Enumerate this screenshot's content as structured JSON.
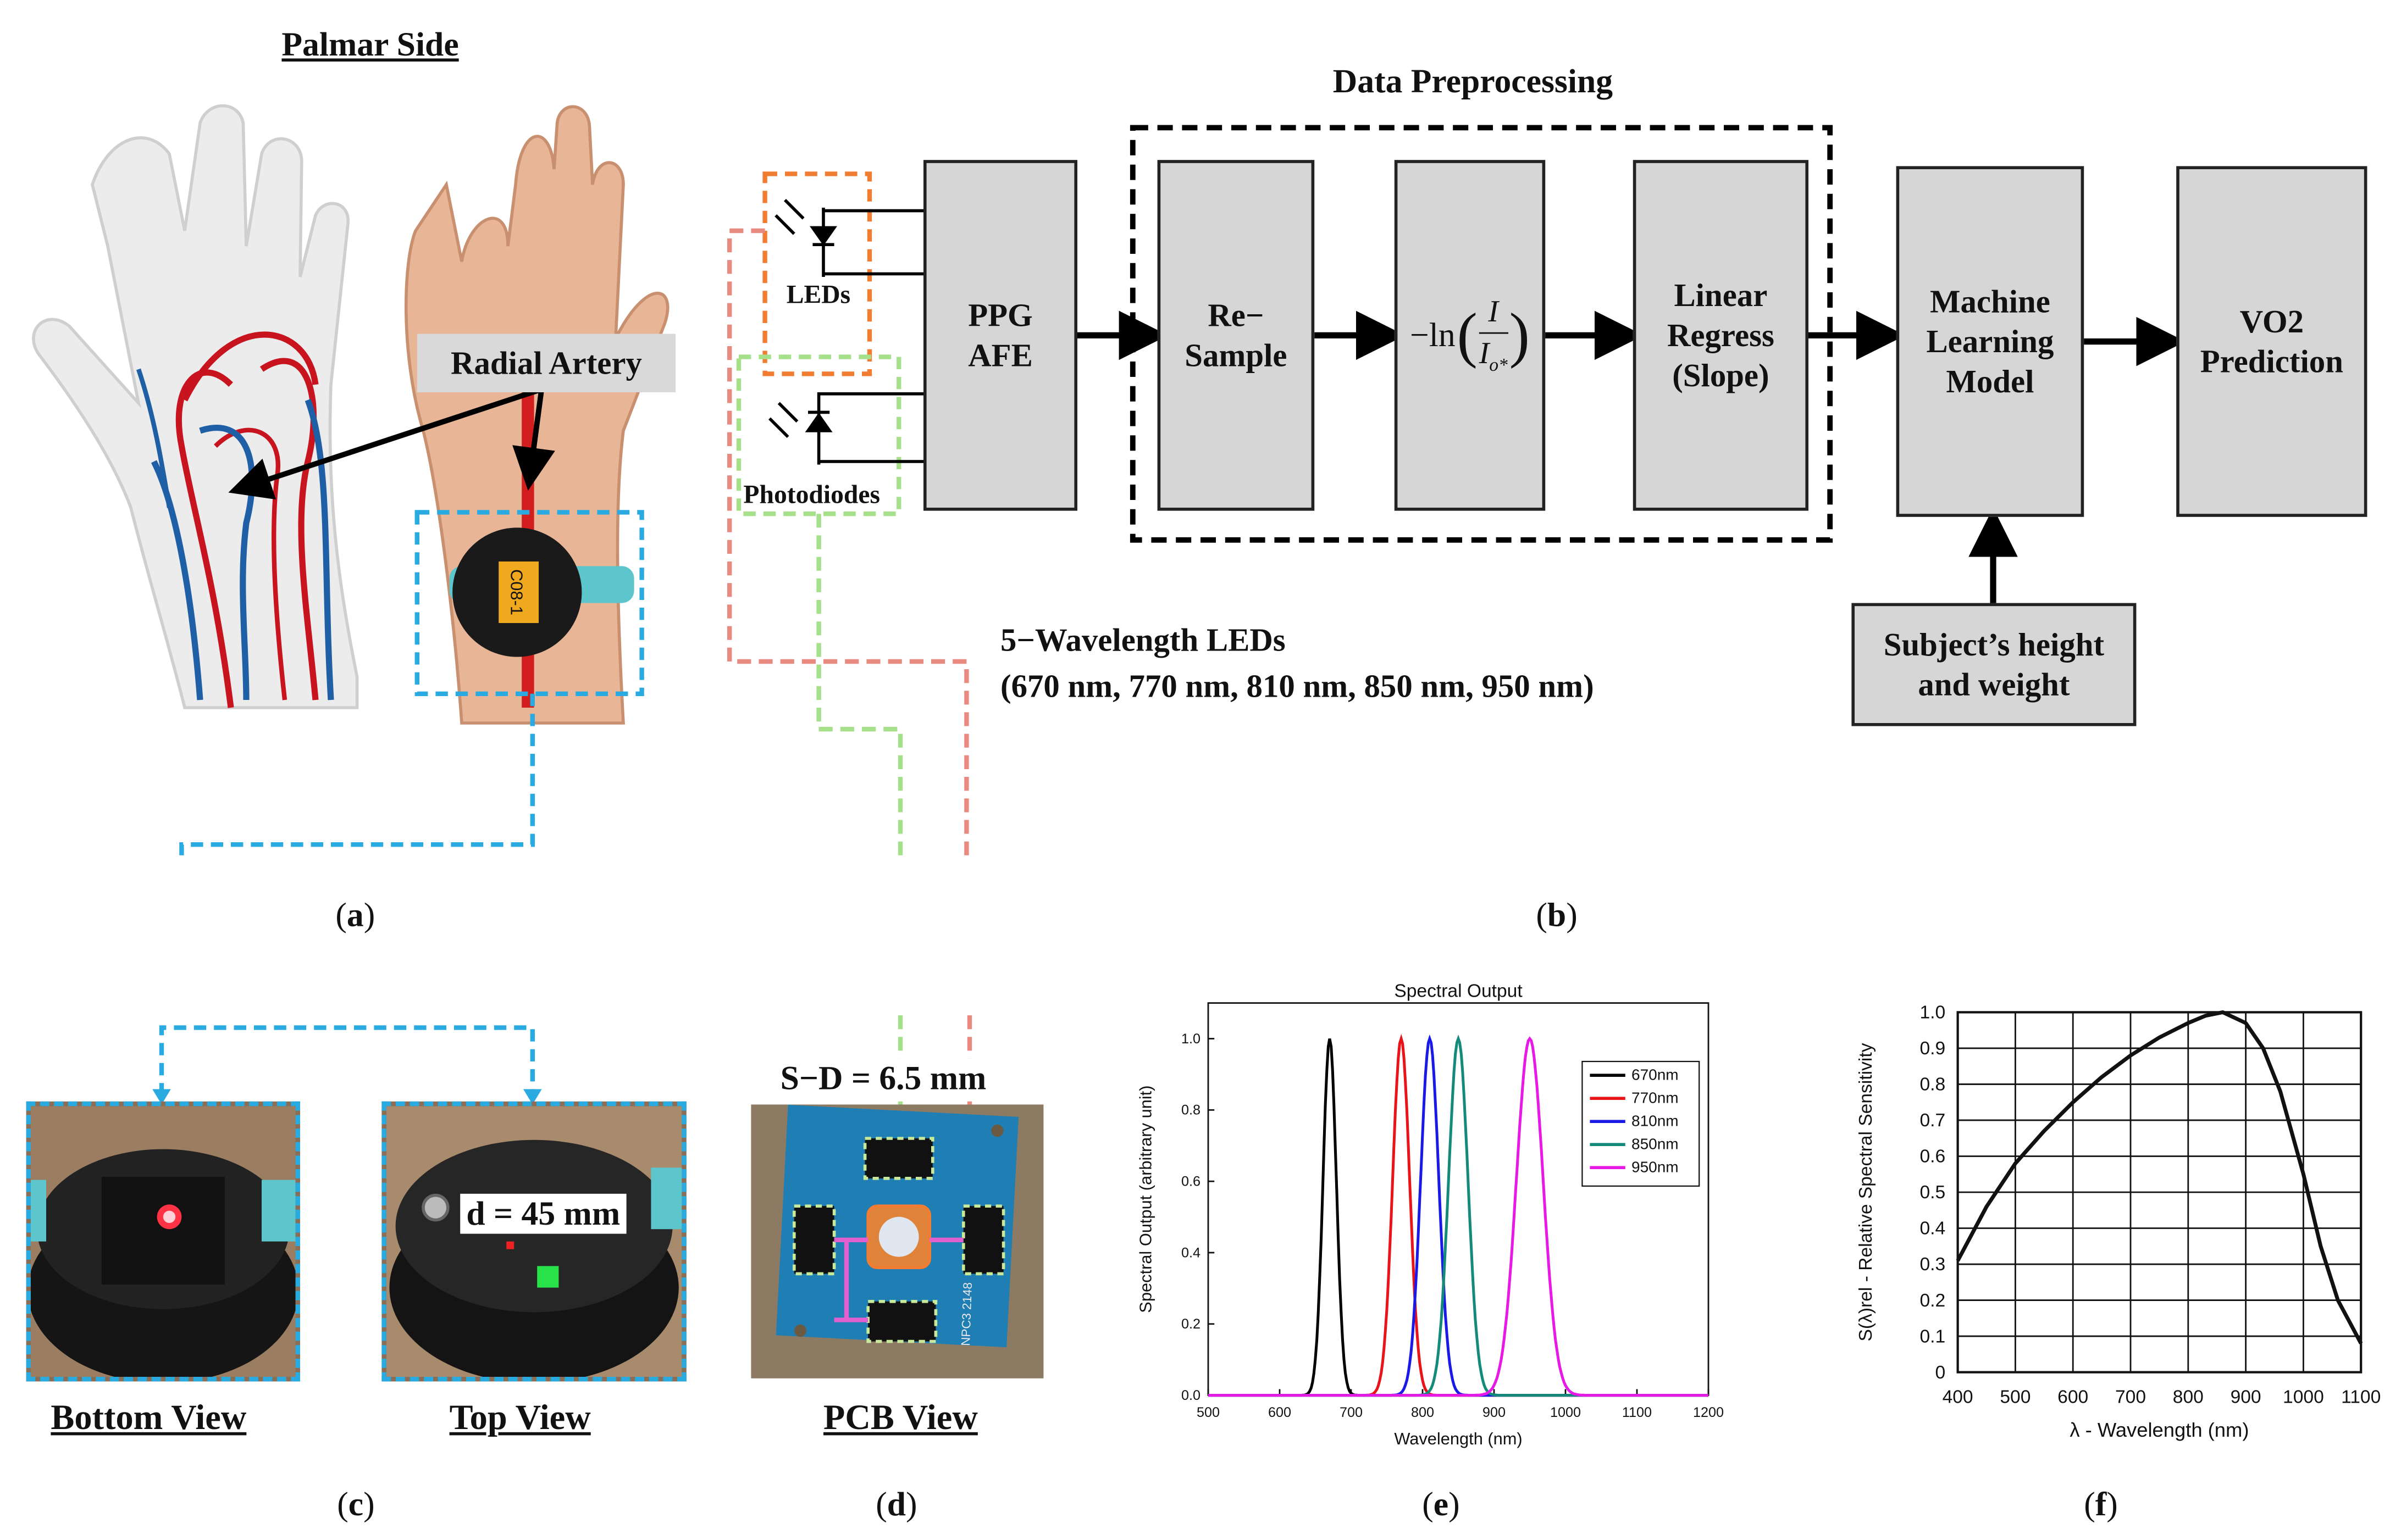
{
  "panel_a": {
    "header": "Palmar Side",
    "callout": "Radial Artery",
    "device_tag": "C08-1",
    "label": "a"
  },
  "panel_b": {
    "preprocessing_title": "Data Preprocessing",
    "leds_label": "LEDs",
    "photodiodes_label": "Photodiodes",
    "blocks": {
      "ppg": "PPG\nAFE",
      "resample": "Re−\nSample",
      "formula_prefix": "−ln",
      "formula_num": "I",
      "formula_den": "I",
      "formula_den_sub": "o*",
      "linreg": "Linear\nRegress\n(Slope)",
      "ml": "Machine\nLearning\nModel",
      "vo2": "VO2\nPrediction",
      "subject": "Subject’s height\nand weight"
    },
    "wavelength_line1": "5−Wavelength LEDs",
    "wavelength_line2": "(670 nm, 770 nm, 810 nm, 850 nm, 950 nm)",
    "label": "b"
  },
  "panel_c": {
    "bottom_caption": "Bottom View",
    "top_caption": "Top View",
    "distance": "d = 45 mm",
    "label": "c"
  },
  "panel_d": {
    "spacing": "S−D = 6.5 mm",
    "caption": "PCB View",
    "board_text": "NPC3 2148",
    "label": "d"
  },
  "panel_e": {
    "label": "e",
    "chart_data": {
      "type": "line",
      "title": "Spectral Output",
      "xlabel": "Wavelength (nm)",
      "ylabel": "Spectral Output (arbitrary unit)",
      "xlim": [
        500,
        1200
      ],
      "ylim": [
        0,
        1.1
      ],
      "xticks": [
        500,
        600,
        700,
        800,
        900,
        1000,
        1100,
        1200
      ],
      "yticks": [
        0.0,
        0.2,
        0.4,
        0.6,
        0.8,
        1.0
      ],
      "grid": false,
      "legend": "top-right",
      "series": [
        {
          "name": "670nm",
          "color": "#000000",
          "peak": 670,
          "fwhm": 22,
          "values": [
            [
              640,
              0.02
            ],
            [
              655,
              0.25
            ],
            [
              662,
              0.65
            ],
            [
              670,
              1.0
            ],
            [
              678,
              0.65
            ],
            [
              685,
              0.25
            ],
            [
              700,
              0.02
            ]
          ]
        },
        {
          "name": "770nm",
          "color": "#e8141a",
          "peak": 770,
          "fwhm": 28,
          "values": [
            [
              735,
              0.02
            ],
            [
              752,
              0.25
            ],
            [
              761,
              0.65
            ],
            [
              770,
              1.0
            ],
            [
              779,
              0.65
            ],
            [
              788,
              0.25
            ],
            [
              805,
              0.02
            ]
          ]
        },
        {
          "name": "810nm",
          "color": "#1a1ae6",
          "peak": 810,
          "fwhm": 30,
          "values": [
            [
              772,
              0.02
            ],
            [
              791,
              0.25
            ],
            [
              800,
              0.65
            ],
            [
              810,
              1.0
            ],
            [
              820,
              0.65
            ],
            [
              829,
              0.25
            ],
            [
              848,
              0.02
            ]
          ]
        },
        {
          "name": "850nm",
          "color": "#138a7a",
          "peak": 850,
          "fwhm": 32,
          "values": [
            [
              810,
              0.02
            ],
            [
              830,
              0.25
            ],
            [
              840,
              0.65
            ],
            [
              850,
              1.0
            ],
            [
              860,
              0.65
            ],
            [
              870,
              0.25
            ],
            [
              890,
              0.02
            ]
          ]
        },
        {
          "name": "950nm",
          "color": "#e619e6",
          "peak": 950,
          "fwhm": 44,
          "values": [
            [
              895,
              0.02
            ],
            [
              922,
              0.25
            ],
            [
              936,
              0.65
            ],
            [
              950,
              1.0
            ],
            [
              964,
              0.65
            ],
            [
              978,
              0.25
            ],
            [
              1005,
              0.02
            ]
          ]
        }
      ]
    }
  },
  "panel_f": {
    "label": "f",
    "chart_data": {
      "type": "line",
      "title": "",
      "xlabel": "λ - Wavelength (nm)",
      "ylabel": "S(λ)rel - Relative Spectral Sensitivity",
      "xlim": [
        400,
        1100
      ],
      "ylim": [
        0,
        1.0
      ],
      "xticks": [
        400,
        500,
        600,
        700,
        800,
        900,
        1000,
        1100
      ],
      "yticks": [
        0,
        0.1,
        0.2,
        0.3,
        0.4,
        0.5,
        0.6,
        0.7,
        0.8,
        0.9,
        1.0
      ],
      "grid": true,
      "series": [
        {
          "name": "",
          "color": "#111111",
          "x": [
            400,
            450,
            500,
            550,
            600,
            650,
            700,
            750,
            800,
            830,
            860,
            900,
            930,
            960,
            1000,
            1030,
            1060,
            1080,
            1100
          ],
          "y": [
            0.31,
            0.46,
            0.58,
            0.67,
            0.75,
            0.82,
            0.88,
            0.93,
            0.97,
            0.99,
            1.0,
            0.97,
            0.9,
            0.78,
            0.55,
            0.35,
            0.2,
            0.14,
            0.08
          ]
        }
      ]
    }
  },
  "colors": {
    "highlight_blue": "#29abe2",
    "led_orange": "#f07d32",
    "photodiode_green": "#a6e08a",
    "signal_pink": "#e98a80",
    "block_gray": "#d6d6d6"
  }
}
